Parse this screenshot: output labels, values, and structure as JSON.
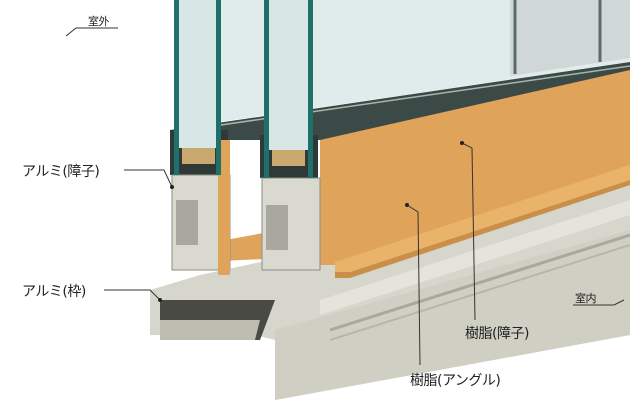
{
  "labels": {
    "outdoor": "室外",
    "indoor": "室内",
    "aluminum_sash": "アルミ(障子)",
    "aluminum_frame": "アルミ(枠)",
    "resin_sash": "樹脂(障子)",
    "resin_angle": "樹脂(アングル)"
  },
  "colors": {
    "glass_edge": "#1f6f6a",
    "glass": "#dfeceb",
    "resin": "#e0a35a",
    "aluminum": "#d8d8d0",
    "frame_dark": "#3c4a47"
  }
}
